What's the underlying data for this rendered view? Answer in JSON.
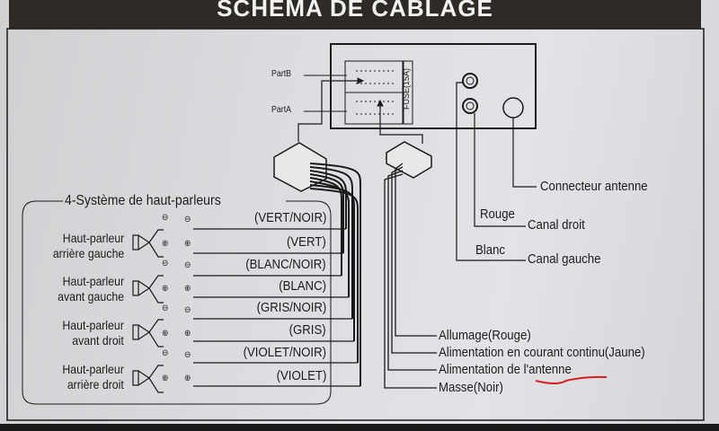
{
  "title": "SCHEMA DE CABLAGE",
  "head_unit": {
    "part_b": "PartB",
    "part_a": "PartA",
    "fuse": "FUSE(15A)"
  },
  "speaker_group": {
    "title": "4-Système de haut-parleurs",
    "speakers": [
      {
        "name_line1": "Haut-parleur",
        "name_line2": "arrière gauche",
        "neg_wire": "(VERT/NOIR)",
        "pos_wire": "(VERT)"
      },
      {
        "name_line1": "Haut-parleur",
        "name_line2": "avant gauche",
        "neg_wire": "(BLANC/NOIR)",
        "pos_wire": "(BLANC)"
      },
      {
        "name_line1": "Haut-parleur",
        "name_line2": "avant droit",
        "neg_wire": "(GRIS/NOIR)",
        "pos_wire": "(GRIS)"
      },
      {
        "name_line1": "Haut-parleur",
        "name_line2": "arrière droit",
        "neg_wire": "(VIOLET/NOIR)",
        "pos_wire": "(VIOLET)"
      }
    ],
    "neg_symbol": "⊖",
    "pos_symbol": "⊕"
  },
  "rca": {
    "antenna": "Connecteur antenne",
    "red": "Rouge",
    "right_channel": "Canal droit",
    "white": "Blanc",
    "left_channel": "Canal gauche"
  },
  "power_wires": [
    "Allumage(Rouge)",
    "Alimentation en courant continu(Jaune)",
    "Alimentation de l'antenne",
    "Masse(Noir)"
  ],
  "annotation_color": "#d42020"
}
